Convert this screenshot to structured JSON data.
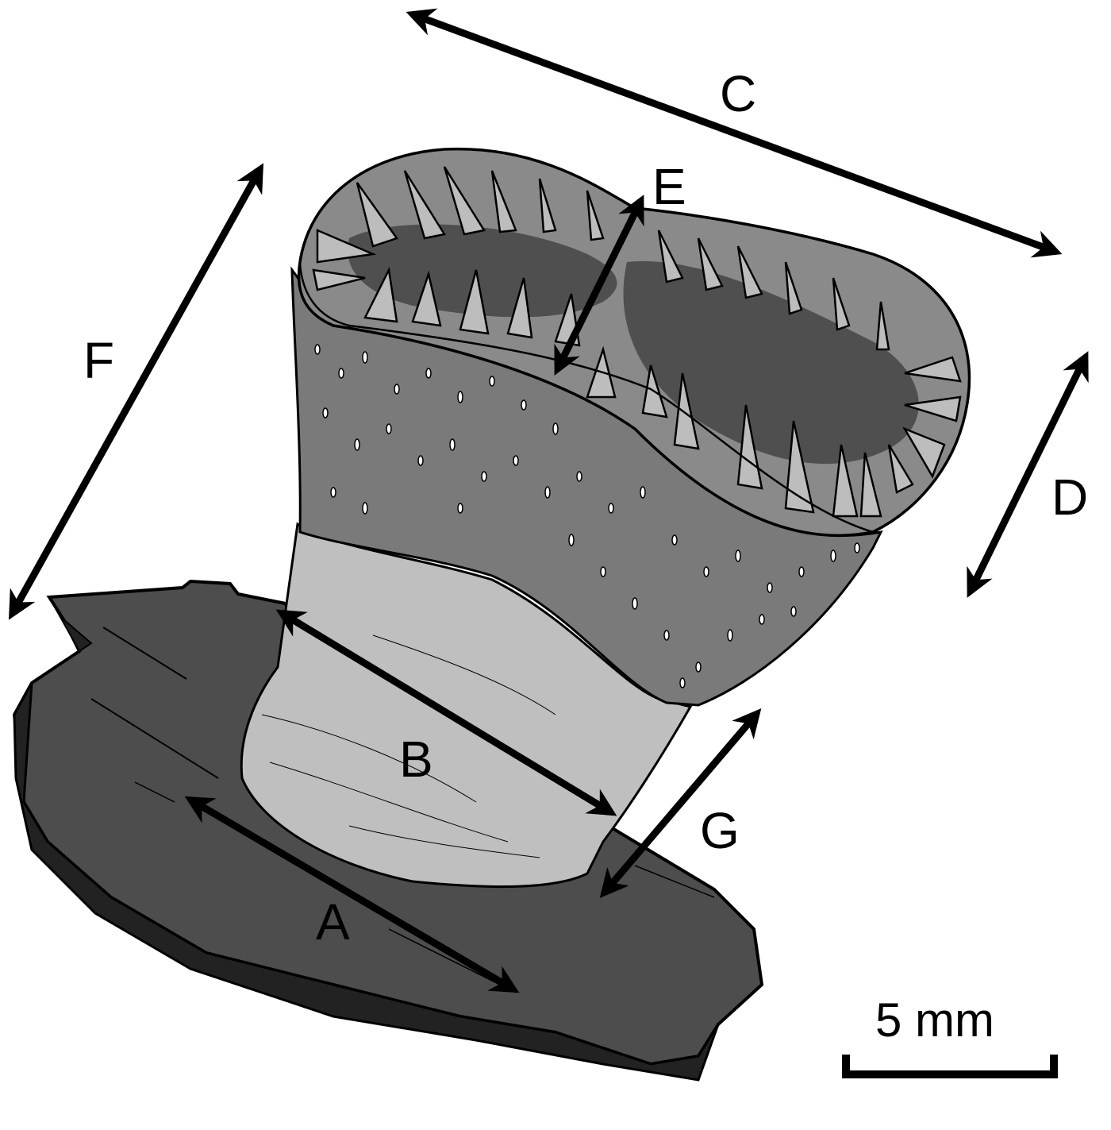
{
  "figure": {
    "subject": "solitary coral fossil with measurement annotations",
    "colors": {
      "background": "#ffffff",
      "substrate": "#4d4d4d",
      "substrate_edge": "#222222",
      "calice_rim": "#8a8a8a",
      "calice_center": "#4f4f4f",
      "septa": "#bdbdbd",
      "porous_wall": "#7a7a7a",
      "pores": "#ffffff",
      "lower_stem": "#bfbfbf",
      "lines": "#000000"
    }
  },
  "labels": {
    "A": "A",
    "B": "B",
    "C": "C",
    "D": "D",
    "E": "E",
    "F": "F",
    "G": "G"
  },
  "scale_bar": {
    "label": "5 mm"
  }
}
